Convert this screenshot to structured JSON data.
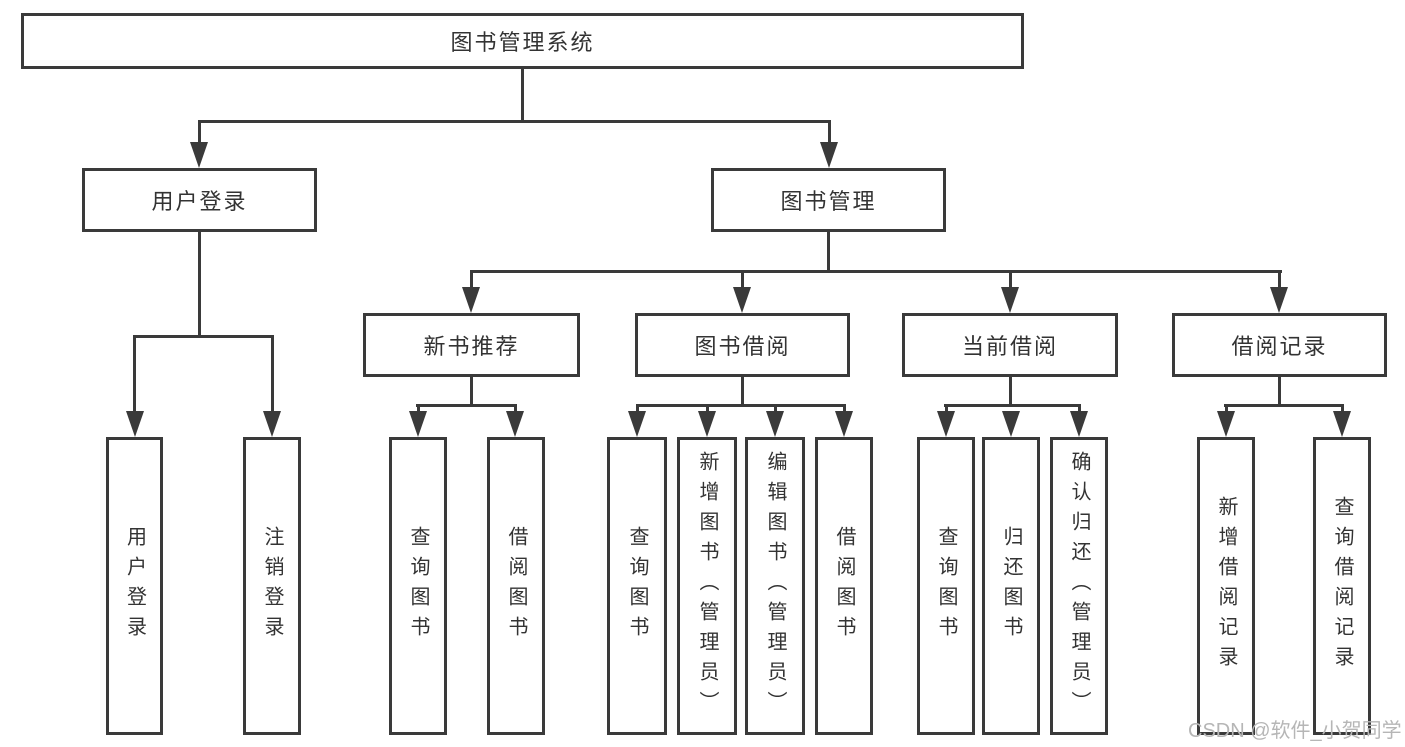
{
  "root": {
    "label": "图书管理系统"
  },
  "login": {
    "label": "用户登录",
    "children": [
      {
        "label": "用户登录"
      },
      {
        "label": "注销登录"
      }
    ]
  },
  "mgmt": {
    "label": "图书管理",
    "children": [
      {
        "label": "新书推荐",
        "children": [
          {
            "label": "查询图书"
          },
          {
            "label": "借阅图书"
          }
        ]
      },
      {
        "label": "图书借阅",
        "children": [
          {
            "label": "查询图书"
          },
          {
            "label": "新增图书（管理员）"
          },
          {
            "label": "编辑图书（管理员）"
          },
          {
            "label": "借阅图书"
          }
        ]
      },
      {
        "label": "当前借阅",
        "children": [
          {
            "label": "查询图书"
          },
          {
            "label": "归还图书"
          },
          {
            "label": "确认归还（管理员）"
          }
        ]
      },
      {
        "label": "借阅记录",
        "children": [
          {
            "label": "新增借阅记录"
          },
          {
            "label": "查询借阅记录"
          }
        ]
      }
    ]
  },
  "watermark": {
    "text": "CSDN @软件_小贺同学"
  },
  "colors": {
    "line": "#3a3a3a",
    "text": "#333333",
    "watermark": "#b6b6b6",
    "background": "#ffffff"
  }
}
